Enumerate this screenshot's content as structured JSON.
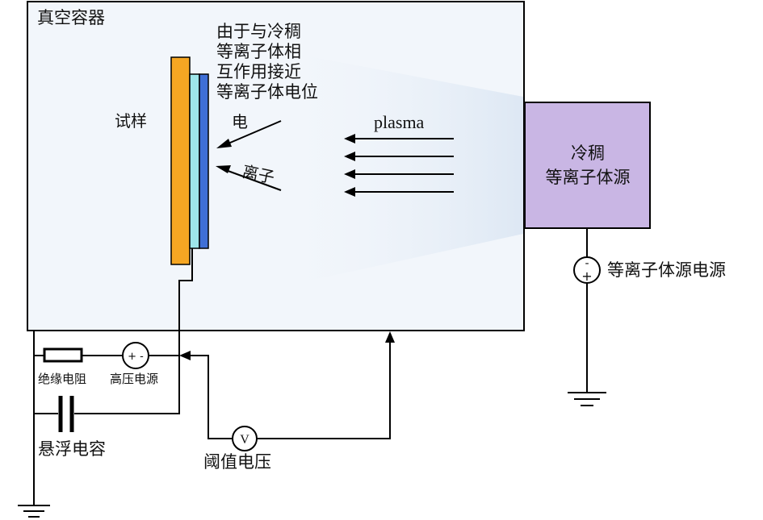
{
  "labels": {
    "chamber": "真空容器",
    "sample": "试样",
    "note": [
      "由于与冷稠",
      "等离子体相",
      "互作用接近",
      "等离子体电位"
    ],
    "electron": "电",
    "ion": "离子",
    "plasma": "plasma",
    "source": [
      "冷稠",
      "等离子体源"
    ],
    "source_supply": "等离子体源电源",
    "insulation_resistor": "绝缘电阻",
    "hv_supply": "高压电源",
    "floating_capacitor": "悬浮电容",
    "threshold_voltage": "阈值电压",
    "voltmeter_symbol": "V",
    "hv_sign": "+ -",
    "supply_minus": "-",
    "supply_plus": "+"
  },
  "colors": {
    "chamber_fill": "#f2f6fb",
    "sample_orange": "#f5a623",
    "layer_cyan": "#9ee6ea",
    "layer_blue": "#3f6fd6",
    "source_fill": "#c9b6e4",
    "line": "#000000"
  }
}
